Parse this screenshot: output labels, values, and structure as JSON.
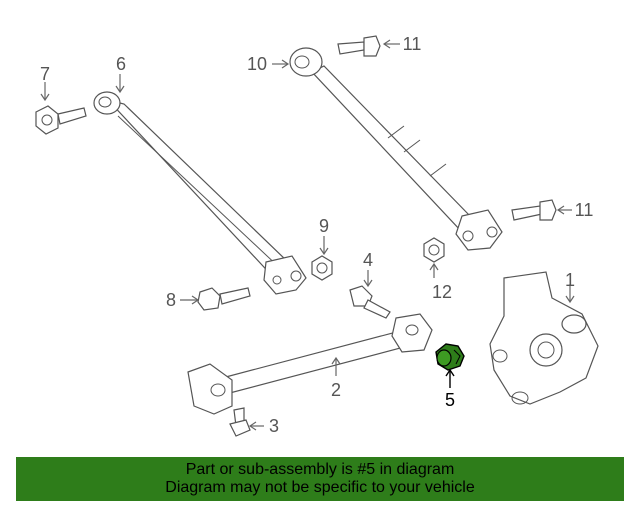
{
  "callouts": {
    "c1": "1",
    "c2": "2",
    "c3": "3",
    "c4": "4",
    "c5": "5",
    "c6": "6",
    "c7": "7",
    "c8": "8",
    "c9": "9",
    "c10": "10",
    "c11a": "11",
    "c11b": "11",
    "c12": "12"
  },
  "highlight": {
    "part_number": "5",
    "color": "#2e7d1a"
  },
  "banner": {
    "line1": "Part or sub-assembly is #5 in diagram",
    "line2": "Diagram may not be specific to your vehicle",
    "background": "#2e7d1a"
  }
}
